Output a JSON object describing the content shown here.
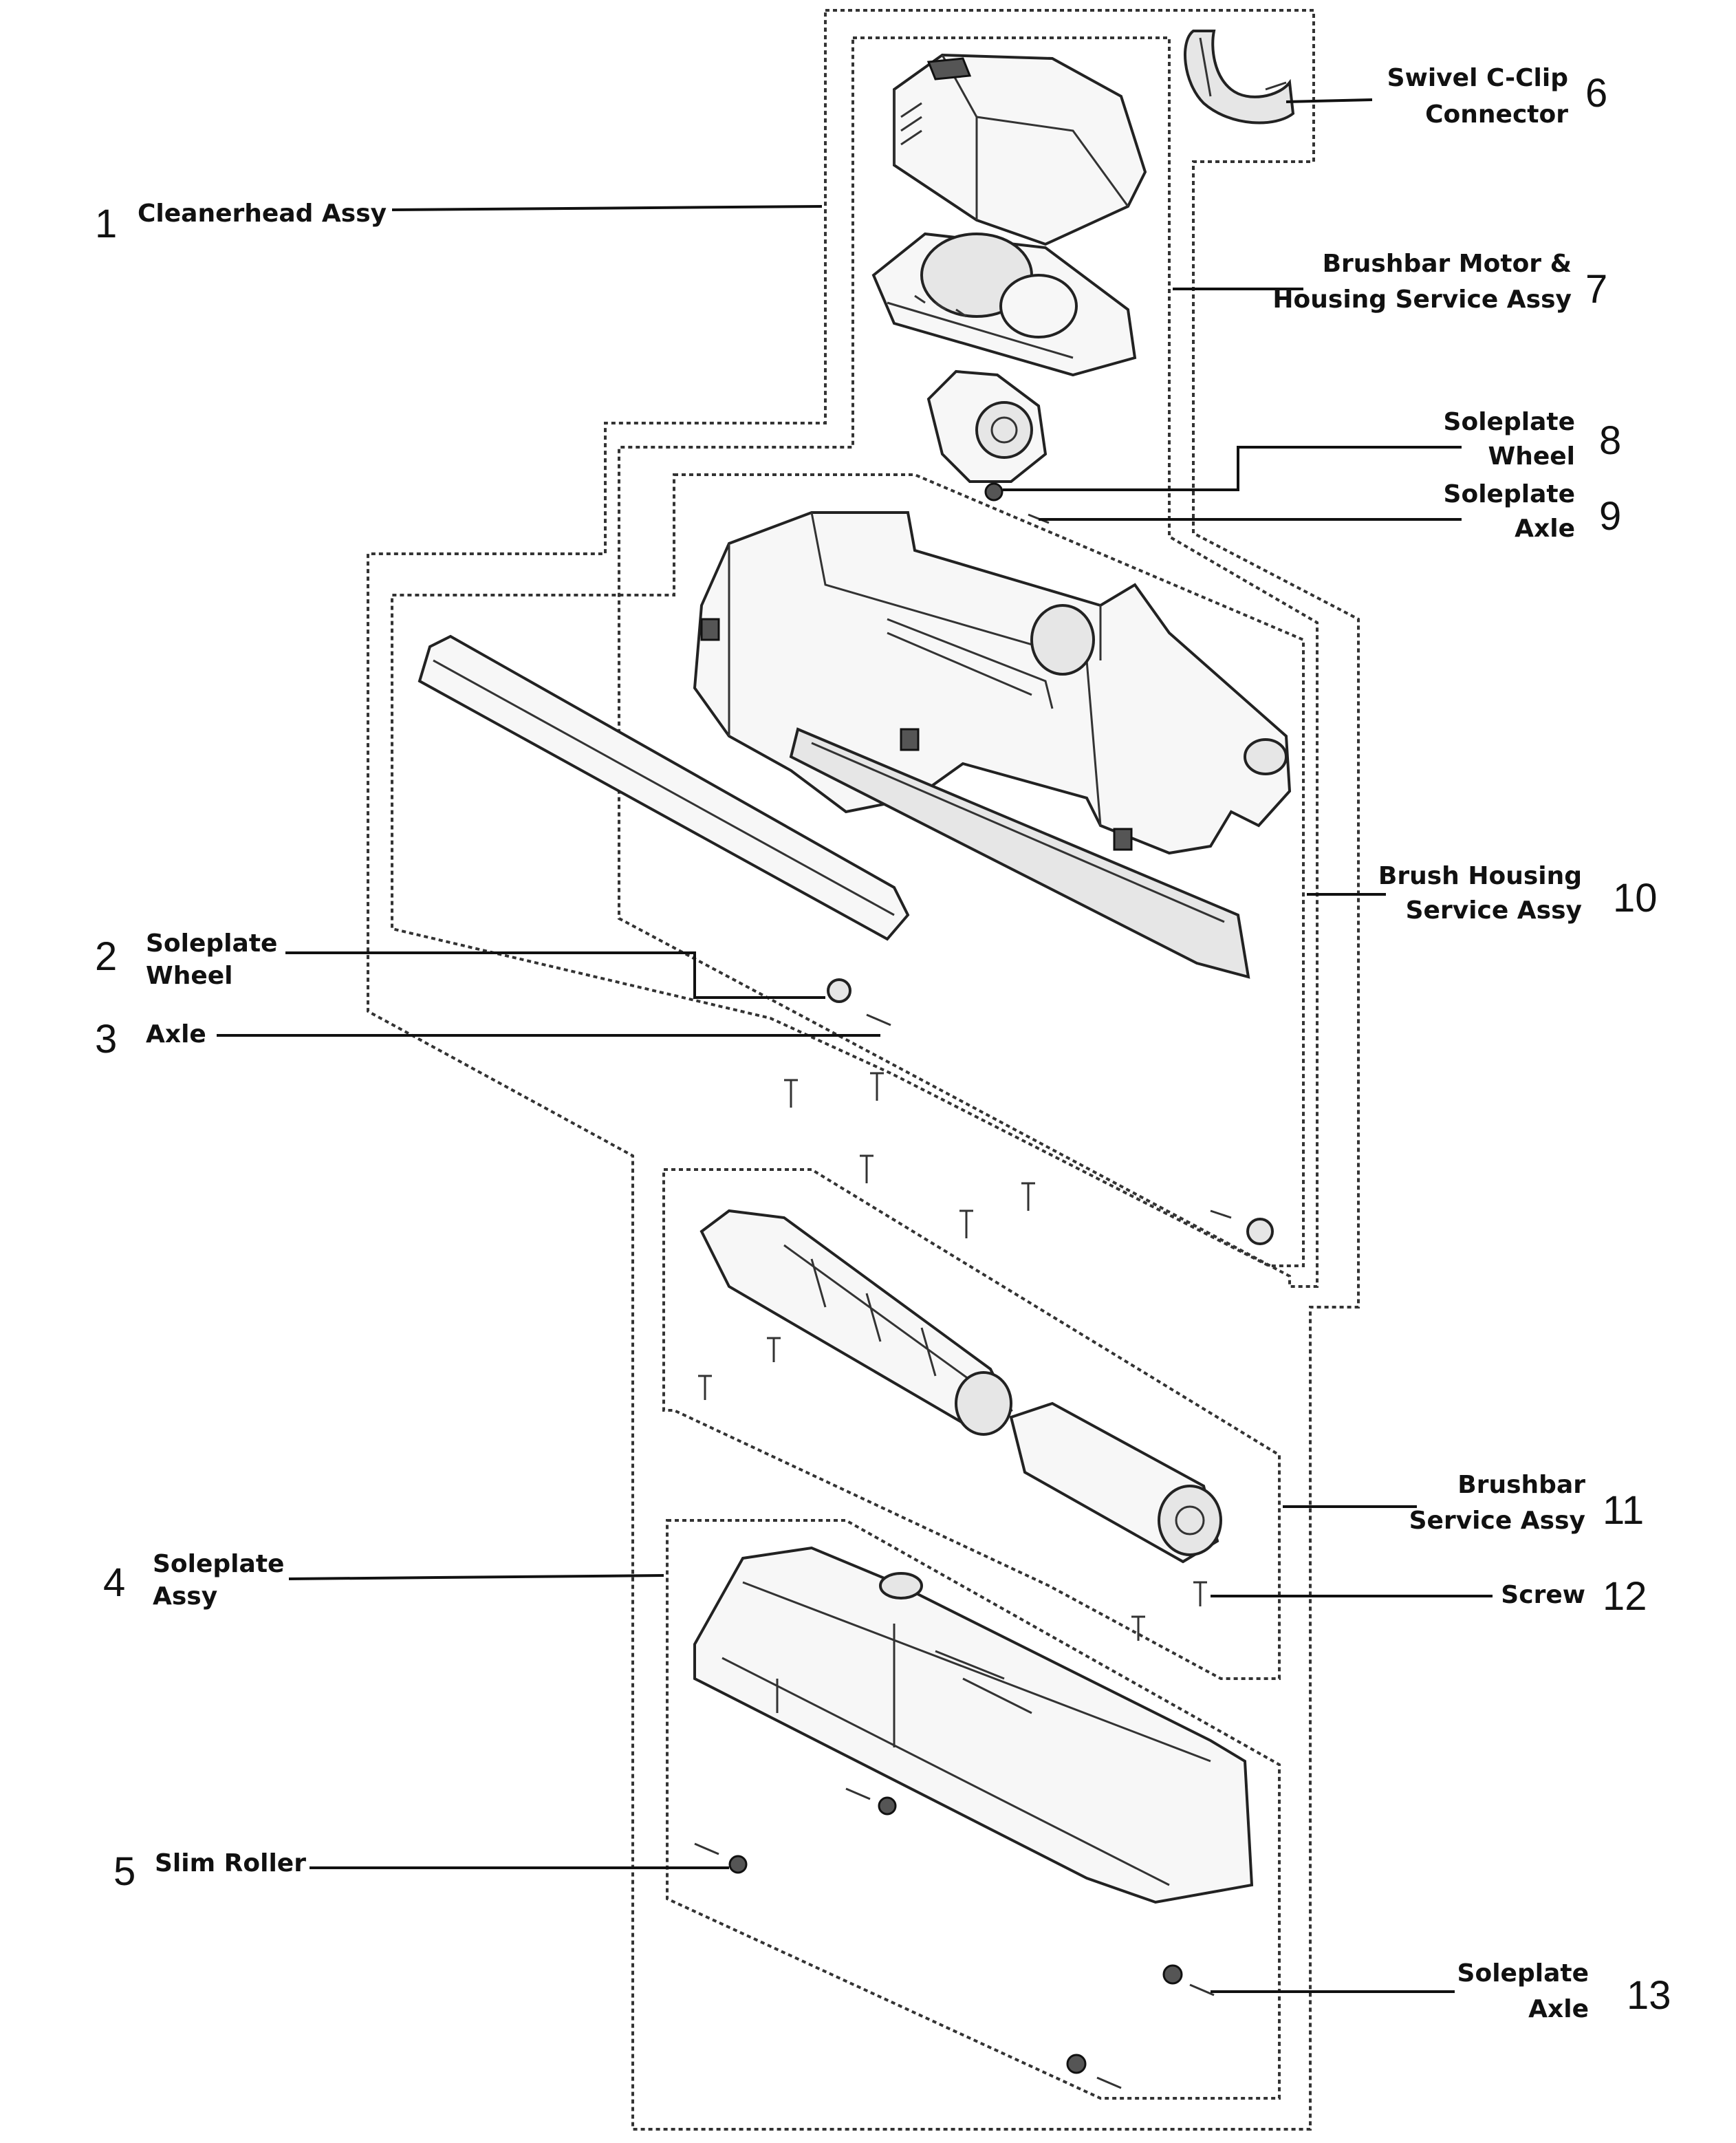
{
  "callouts": [
    {
      "num": "1",
      "lines": [
        "Cleanerhead Assy"
      ]
    },
    {
      "num": "2",
      "lines": [
        "Soleplate",
        "Wheel"
      ]
    },
    {
      "num": "3",
      "lines": [
        "Axle"
      ]
    },
    {
      "num": "4",
      "lines": [
        "Soleplate",
        "Assy"
      ]
    },
    {
      "num": "5",
      "lines": [
        "Slim Roller"
      ]
    },
    {
      "num": "6",
      "lines": [
        "Swivel C-Clip",
        "Connector"
      ]
    },
    {
      "num": "7",
      "lines": [
        "Brushbar Motor &",
        "Housing Service Assy"
      ]
    },
    {
      "num": "8",
      "lines": [
        "Soleplate",
        "Wheel"
      ]
    },
    {
      "num": "9",
      "lines": [
        "Soleplate",
        "Axle"
      ]
    },
    {
      "num": "10",
      "lines": [
        "Brush Housing",
        "Service Assy"
      ]
    },
    {
      "num": "11",
      "lines": [
        "Brushbar",
        "Service Assy"
      ]
    },
    {
      "num": "12",
      "lines": [
        "Screw"
      ]
    },
    {
      "num": "13",
      "lines": [
        "Soleplate",
        "Axle"
      ]
    }
  ]
}
